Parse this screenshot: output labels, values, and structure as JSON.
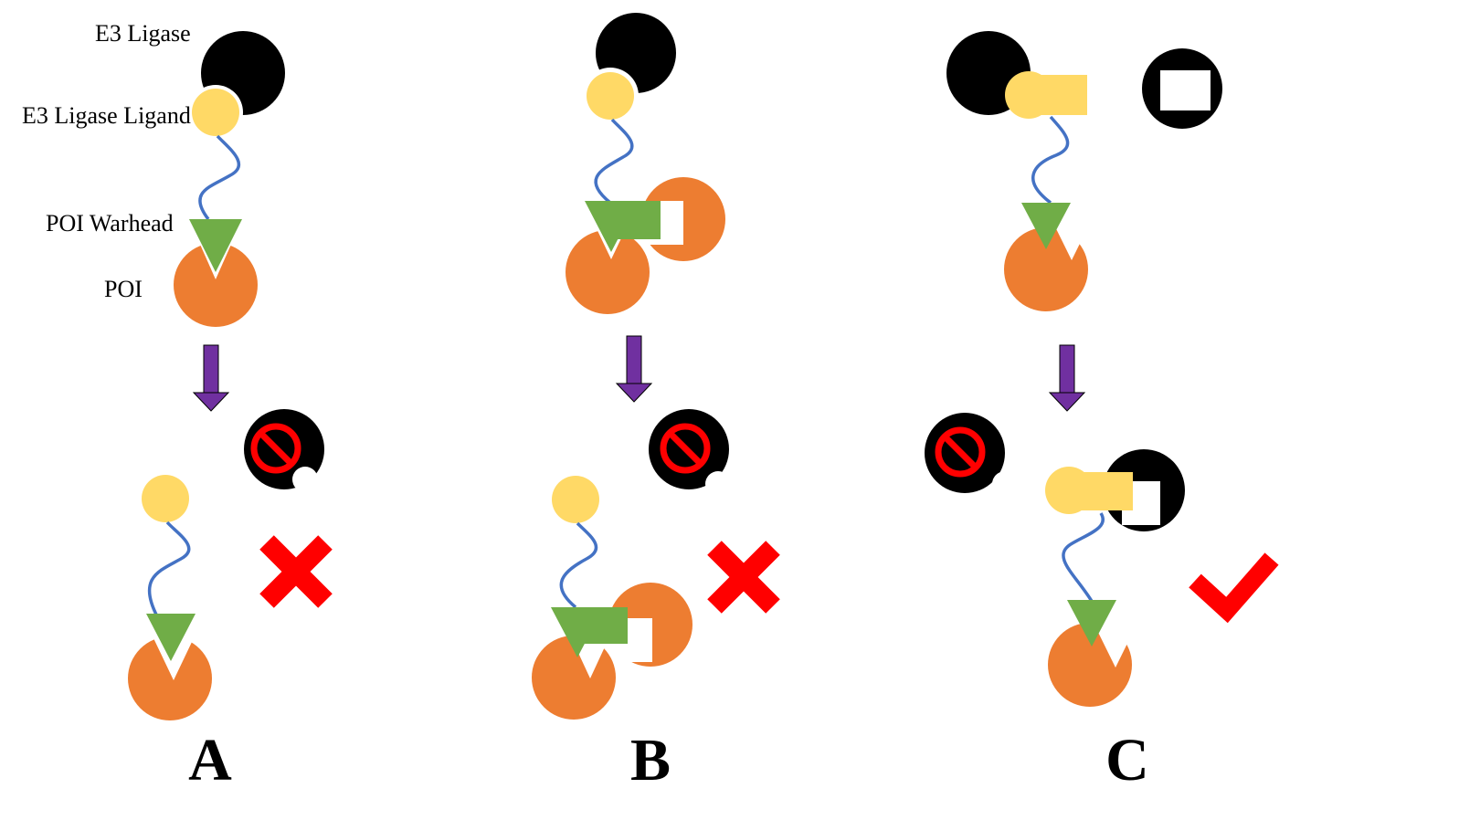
{
  "labels": {
    "e3_ligase": "E3 Ligase",
    "e3_ligase_ligand": "E3 Ligase Ligand",
    "poi_warhead": "POI Warhead",
    "poi": "POI"
  },
  "panels": [
    {
      "letter": "A",
      "outcome": "fail"
    },
    {
      "letter": "B",
      "outcome": "fail"
    },
    {
      "letter": "C",
      "outcome": "success"
    }
  ],
  "colors": {
    "e3_ligase": "#000000",
    "ligand": "#FFD966",
    "linker": "#4472C4",
    "warhead": "#70AD47",
    "poi": "#ED7D31",
    "arrow": "#7030A0",
    "cross": "#FF0000",
    "check": "#FF0000",
    "prohibited": "#FF0000"
  },
  "icons": {
    "cross": "cross-mark-icon",
    "check": "check-mark-icon",
    "prohibited": "prohibited-icon",
    "arrow": "down-arrow-icon"
  }
}
